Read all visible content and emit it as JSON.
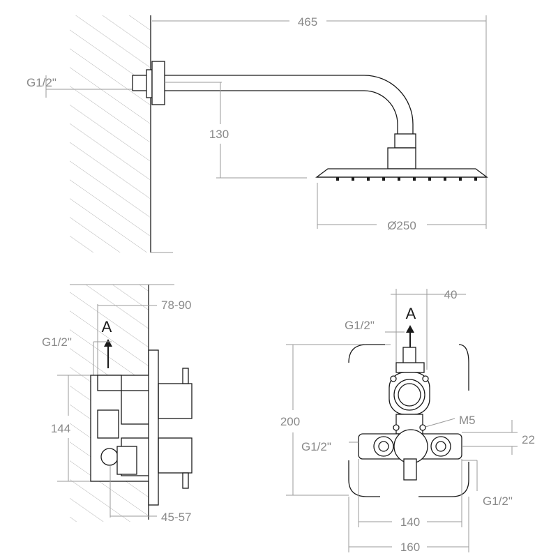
{
  "colors": {
    "outline": "#1a1a1a",
    "dimension": "#9a9a9a",
    "hatch": "#b5b5b5",
    "background": "#ffffff"
  },
  "top_view": {
    "dim_width": "465",
    "dim_inlet": "G1/2\"",
    "dim_drop": "130",
    "dim_head": "Ø250"
  },
  "side_view": {
    "dim_depth": "78-90",
    "arrow_label": "A",
    "dim_inlet": "G1/2\"",
    "dim_height": "144",
    "dim_recess": "45-57"
  },
  "front_view": {
    "dim_top": "40",
    "arrow_label": "A",
    "dim_outlet": "G1/2\"",
    "dim_height": "200",
    "dim_screw": "M5",
    "dim_side_inlet": "G1/2\"",
    "dim_offset": "22",
    "dim_bottom_inlet": "G1/2\"",
    "dim_inner_width": "140",
    "dim_outer_width": "160"
  }
}
